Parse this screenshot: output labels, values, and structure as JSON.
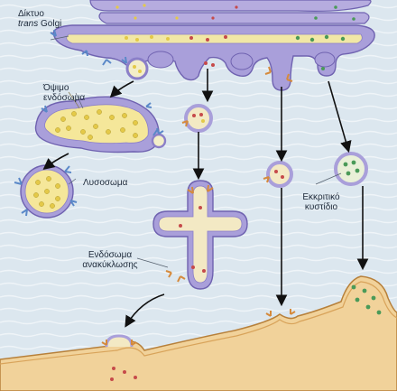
{
  "labels": {
    "trans_golgi_line1": "Δίκτυο",
    "trans_golgi_italic": "trans",
    "trans_golgi_rest": " Golgi",
    "late_endosome_line1": "Όψιμο",
    "late_endosome_line2": "ενδόσωμα",
    "lysosome": "Λυσοσωμα",
    "secretory_vesicle_line1": "Εκκριτικό",
    "secretory_vesicle_line2": "κυστίδιο",
    "recycling_endosome_line1": "Ενδόσωμα",
    "recycling_endosome_line2": "ανακύκλωσης"
  },
  "colors": {
    "golgi_membrane": "#9b8fd0",
    "golgi_lumen": "#f1e7a6",
    "lysosome_lumen": "#f5e79a",
    "endosome_lumen": "#f3e9c4",
    "plasma_membrane": "#e8bf72",
    "cytoplasm_background": "#dce7ef",
    "cargo_green": "#4a9a58",
    "cargo_red": "#c64a4a",
    "cargo_yellow": "#e4c948",
    "receptor_blue": "#5a88c8",
    "receptor_orange": "#d58a3c"
  }
}
